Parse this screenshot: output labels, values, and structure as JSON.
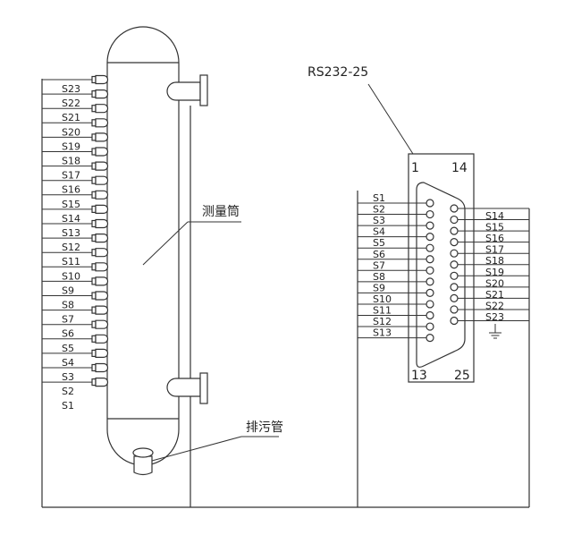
{
  "labels": {
    "connector": "RS232-25",
    "measuring_tube": "测量筒",
    "drain_pipe": "排污管"
  },
  "pin_numbers": {
    "top_left": "1",
    "top_right": "14",
    "bottom_left": "13",
    "bottom_right": "25"
  },
  "tube_sensors": [
    "S23",
    "S22",
    "S21",
    "S20",
    "S19",
    "S18",
    "S17",
    "S16",
    "S15",
    "S14",
    "S13",
    "S12",
    "S11",
    "S10",
    "S9",
    "S8",
    "S7",
    "S6",
    "S5",
    "S4",
    "S3",
    "S2",
    "S1"
  ],
  "connector_left_pins": [
    "S1",
    "S2",
    "S3",
    "S4",
    "S5",
    "S6",
    "S7",
    "S8",
    "S9",
    "S10",
    "S11",
    "S12",
    "S13"
  ],
  "connector_right_pins": [
    "S14",
    "S15",
    "S16",
    "S17",
    "S18",
    "S19",
    "S20",
    "S21",
    "S22",
    "S23"
  ]
}
